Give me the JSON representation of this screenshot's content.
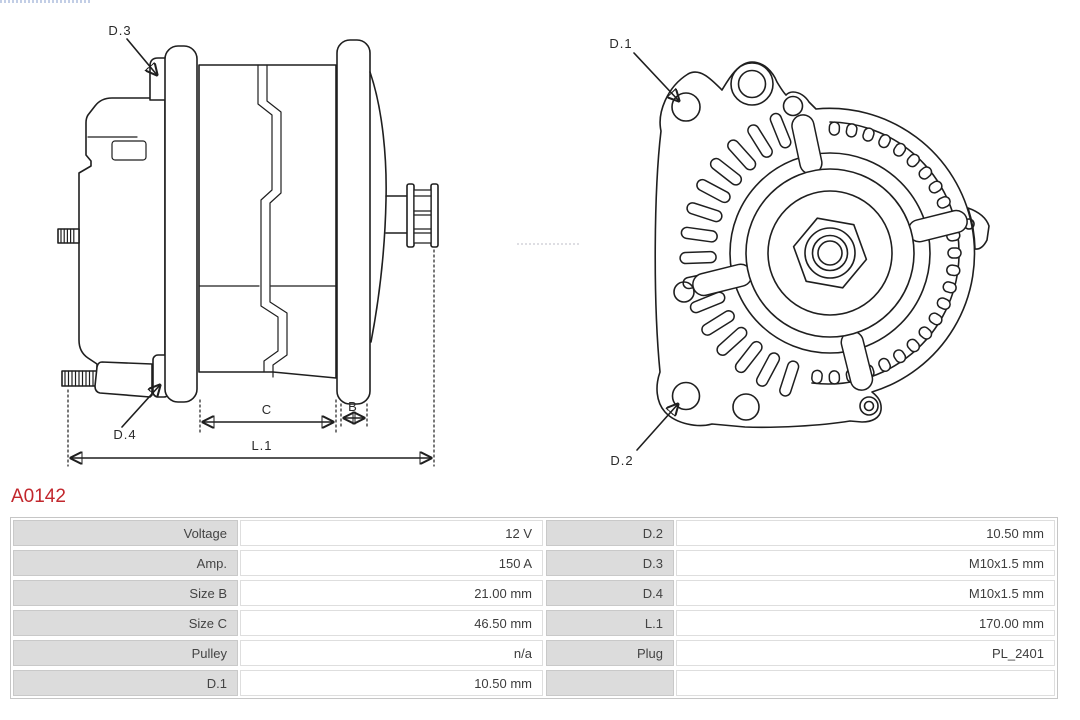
{
  "part": {
    "code": "A0142"
  },
  "diagram": {
    "side_view": {
      "labels": {
        "d3": "D.3",
        "d4": "D.4",
        "c": "C",
        "b": "B",
        "l1": "L.1"
      }
    },
    "front_view": {
      "labels": {
        "d1": "D.1",
        "d2": "D.2"
      }
    }
  },
  "specs": {
    "rows": [
      {
        "c0": "Voltage",
        "c1": "12 V",
        "c2": "D.2",
        "c3": "10.50 mm"
      },
      {
        "c0": "Amp.",
        "c1": "150 A",
        "c2": "D.3",
        "c3": "M10x1.5 mm"
      },
      {
        "c0": "Size B",
        "c1": "21.00 mm",
        "c2": "D.4",
        "c3": "M10x1.5 mm"
      },
      {
        "c0": "Size C",
        "c1": "46.50 mm",
        "c2": "L.1",
        "c3": "170.00 mm"
      },
      {
        "c0": "Pulley",
        "c1": "n/a",
        "c2": "Plug",
        "c3": "PL_2401"
      },
      {
        "c0": "D.1",
        "c1": "10.50 mm",
        "c2": "",
        "c3": ""
      }
    ]
  },
  "colors": {
    "accent_red": "#c2272d",
    "line_art": "#1f1f1f",
    "label_cell_bg": "#dcdcdc",
    "table_border": "#c6c6c6"
  }
}
